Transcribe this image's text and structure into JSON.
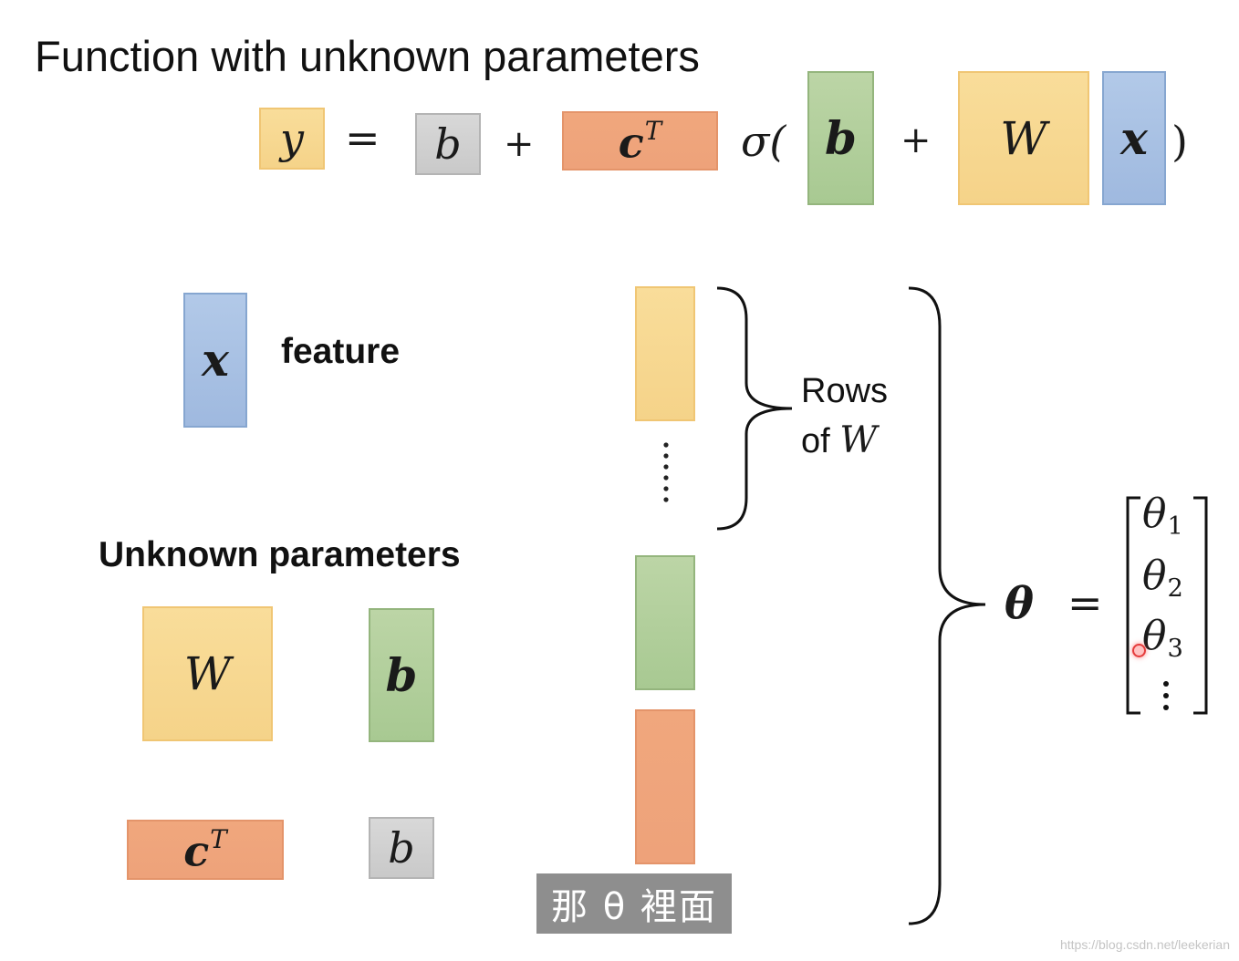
{
  "title": "Function with unknown parameters",
  "equation": {
    "y": "y",
    "equals": "=",
    "b": "b",
    "plus1": "+",
    "c": "c",
    "T": "T",
    "sigma_open": "σ(",
    "b_vec": "b",
    "plus2": "+",
    "W": "W",
    "x": "x",
    "close": ")"
  },
  "feature": {
    "symbol": "x",
    "label": "feature"
  },
  "unknown": {
    "heading": "Unknown parameters",
    "W": "W",
    "b_vec": "b",
    "c": "c",
    "T": "T",
    "b": "b"
  },
  "rows_label": {
    "line1": "Rows",
    "line2_prefix": "of ",
    "line2_symbol": "W"
  },
  "theta": {
    "symbol": "θ",
    "equals": "=",
    "entries": [
      {
        "name": "θ",
        "index": "1"
      },
      {
        "name": "θ",
        "index": "2"
      },
      {
        "name": "θ",
        "index": "3"
      }
    ]
  },
  "subtitle": "那 θ 裡面",
  "watermark": "https://blog.csdn.net/leekerian",
  "colors": {
    "yellow": "#f7d890",
    "gray": "#d0d0d0",
    "orange": "#efa47b",
    "green": "#b1cf9b",
    "blue": "#a8c1e3"
  }
}
